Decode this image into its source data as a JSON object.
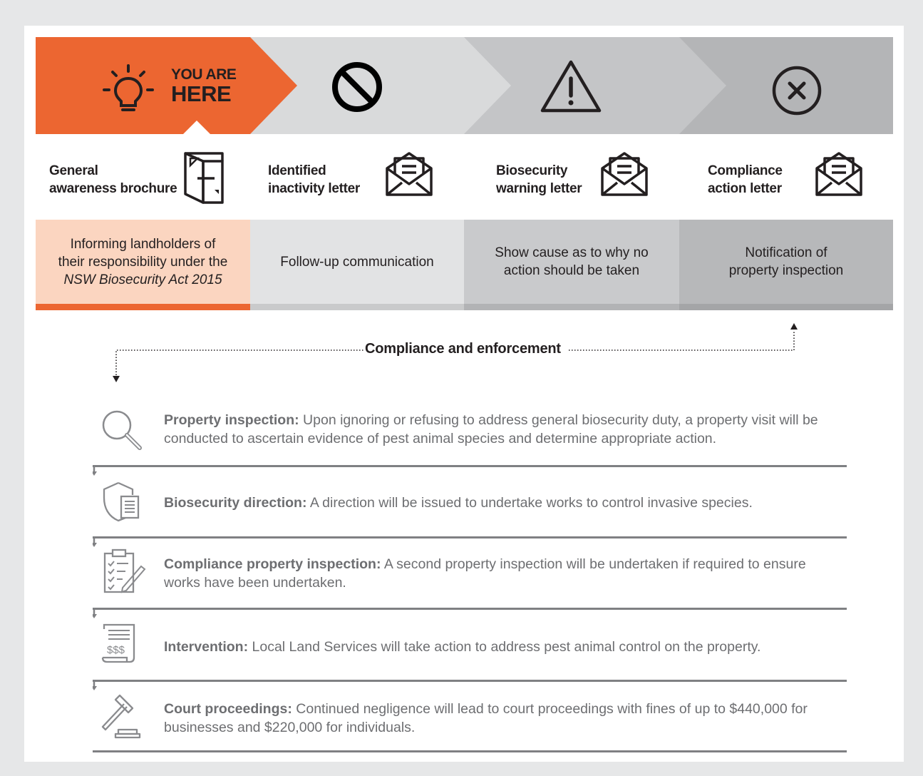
{
  "colors": {
    "accent_orange": "#ec6631",
    "light_orange": "#fbd5c0",
    "text_dark": "#231f20",
    "text_grey": "#6d6e71",
    "rule_grey": "#7f8083"
  },
  "stages": [
    {
      "icon": "lightbulb-icon",
      "badge_line1": "YOU ARE",
      "badge_line2": "HERE",
      "title_line1": "General",
      "title_line2": "awareness brochure",
      "doc_icon": "brochure-icon",
      "desc_line1": "Informing landholders of",
      "desc_line2": "their responsibility under the",
      "desc_line3": "NSW Biosecurity Act 2015"
    },
    {
      "icon": "prohibited-icon",
      "title_line1": "Identified",
      "title_line2": "inactivity letter",
      "doc_icon": "envelope-letter-icon",
      "desc_line1": "Follow-up communication"
    },
    {
      "icon": "warning-icon",
      "title_line1": "Biosecurity",
      "title_line2": "warning letter",
      "doc_icon": "envelope-letter-icon",
      "desc_line1": "Show cause as to why no",
      "desc_line2": "action should be taken"
    },
    {
      "icon": "close-circle-icon",
      "title_line1": "Compliance",
      "title_line2": "action letter",
      "doc_icon": "envelope-letter-icon",
      "desc_line1": "Notification of",
      "desc_line2": "property inspection"
    }
  ],
  "connector": {
    "label": "Compliance and enforcement"
  },
  "steps": [
    {
      "icon": "magnifier-icon",
      "heading": "Property inspection:",
      "body": "Upon ignoring or refusing to address general biosecurity duty, a property visit will be conducted to ascertain evidence of pest animal species and determine appropriate action."
    },
    {
      "icon": "shield-document-icon",
      "heading": "Biosecurity direction:",
      "body": "A direction will be issued to undertake works to control invasive species."
    },
    {
      "icon": "clipboard-checklist-icon",
      "heading": "Compliance property inspection:",
      "body": "A second property inspection will be undertaken if required to ensure works have been undertaken."
    },
    {
      "icon": "invoice-icon",
      "heading": "Intervention:",
      "body": "Local Land Services will take action to address pest animal control on the property."
    },
    {
      "icon": "gavel-icon",
      "heading": "Court proceedings:",
      "body": "Continued negligence will lead to court proceedings with fines of up to $440,000 for businesses and $220,000 for individuals."
    }
  ]
}
